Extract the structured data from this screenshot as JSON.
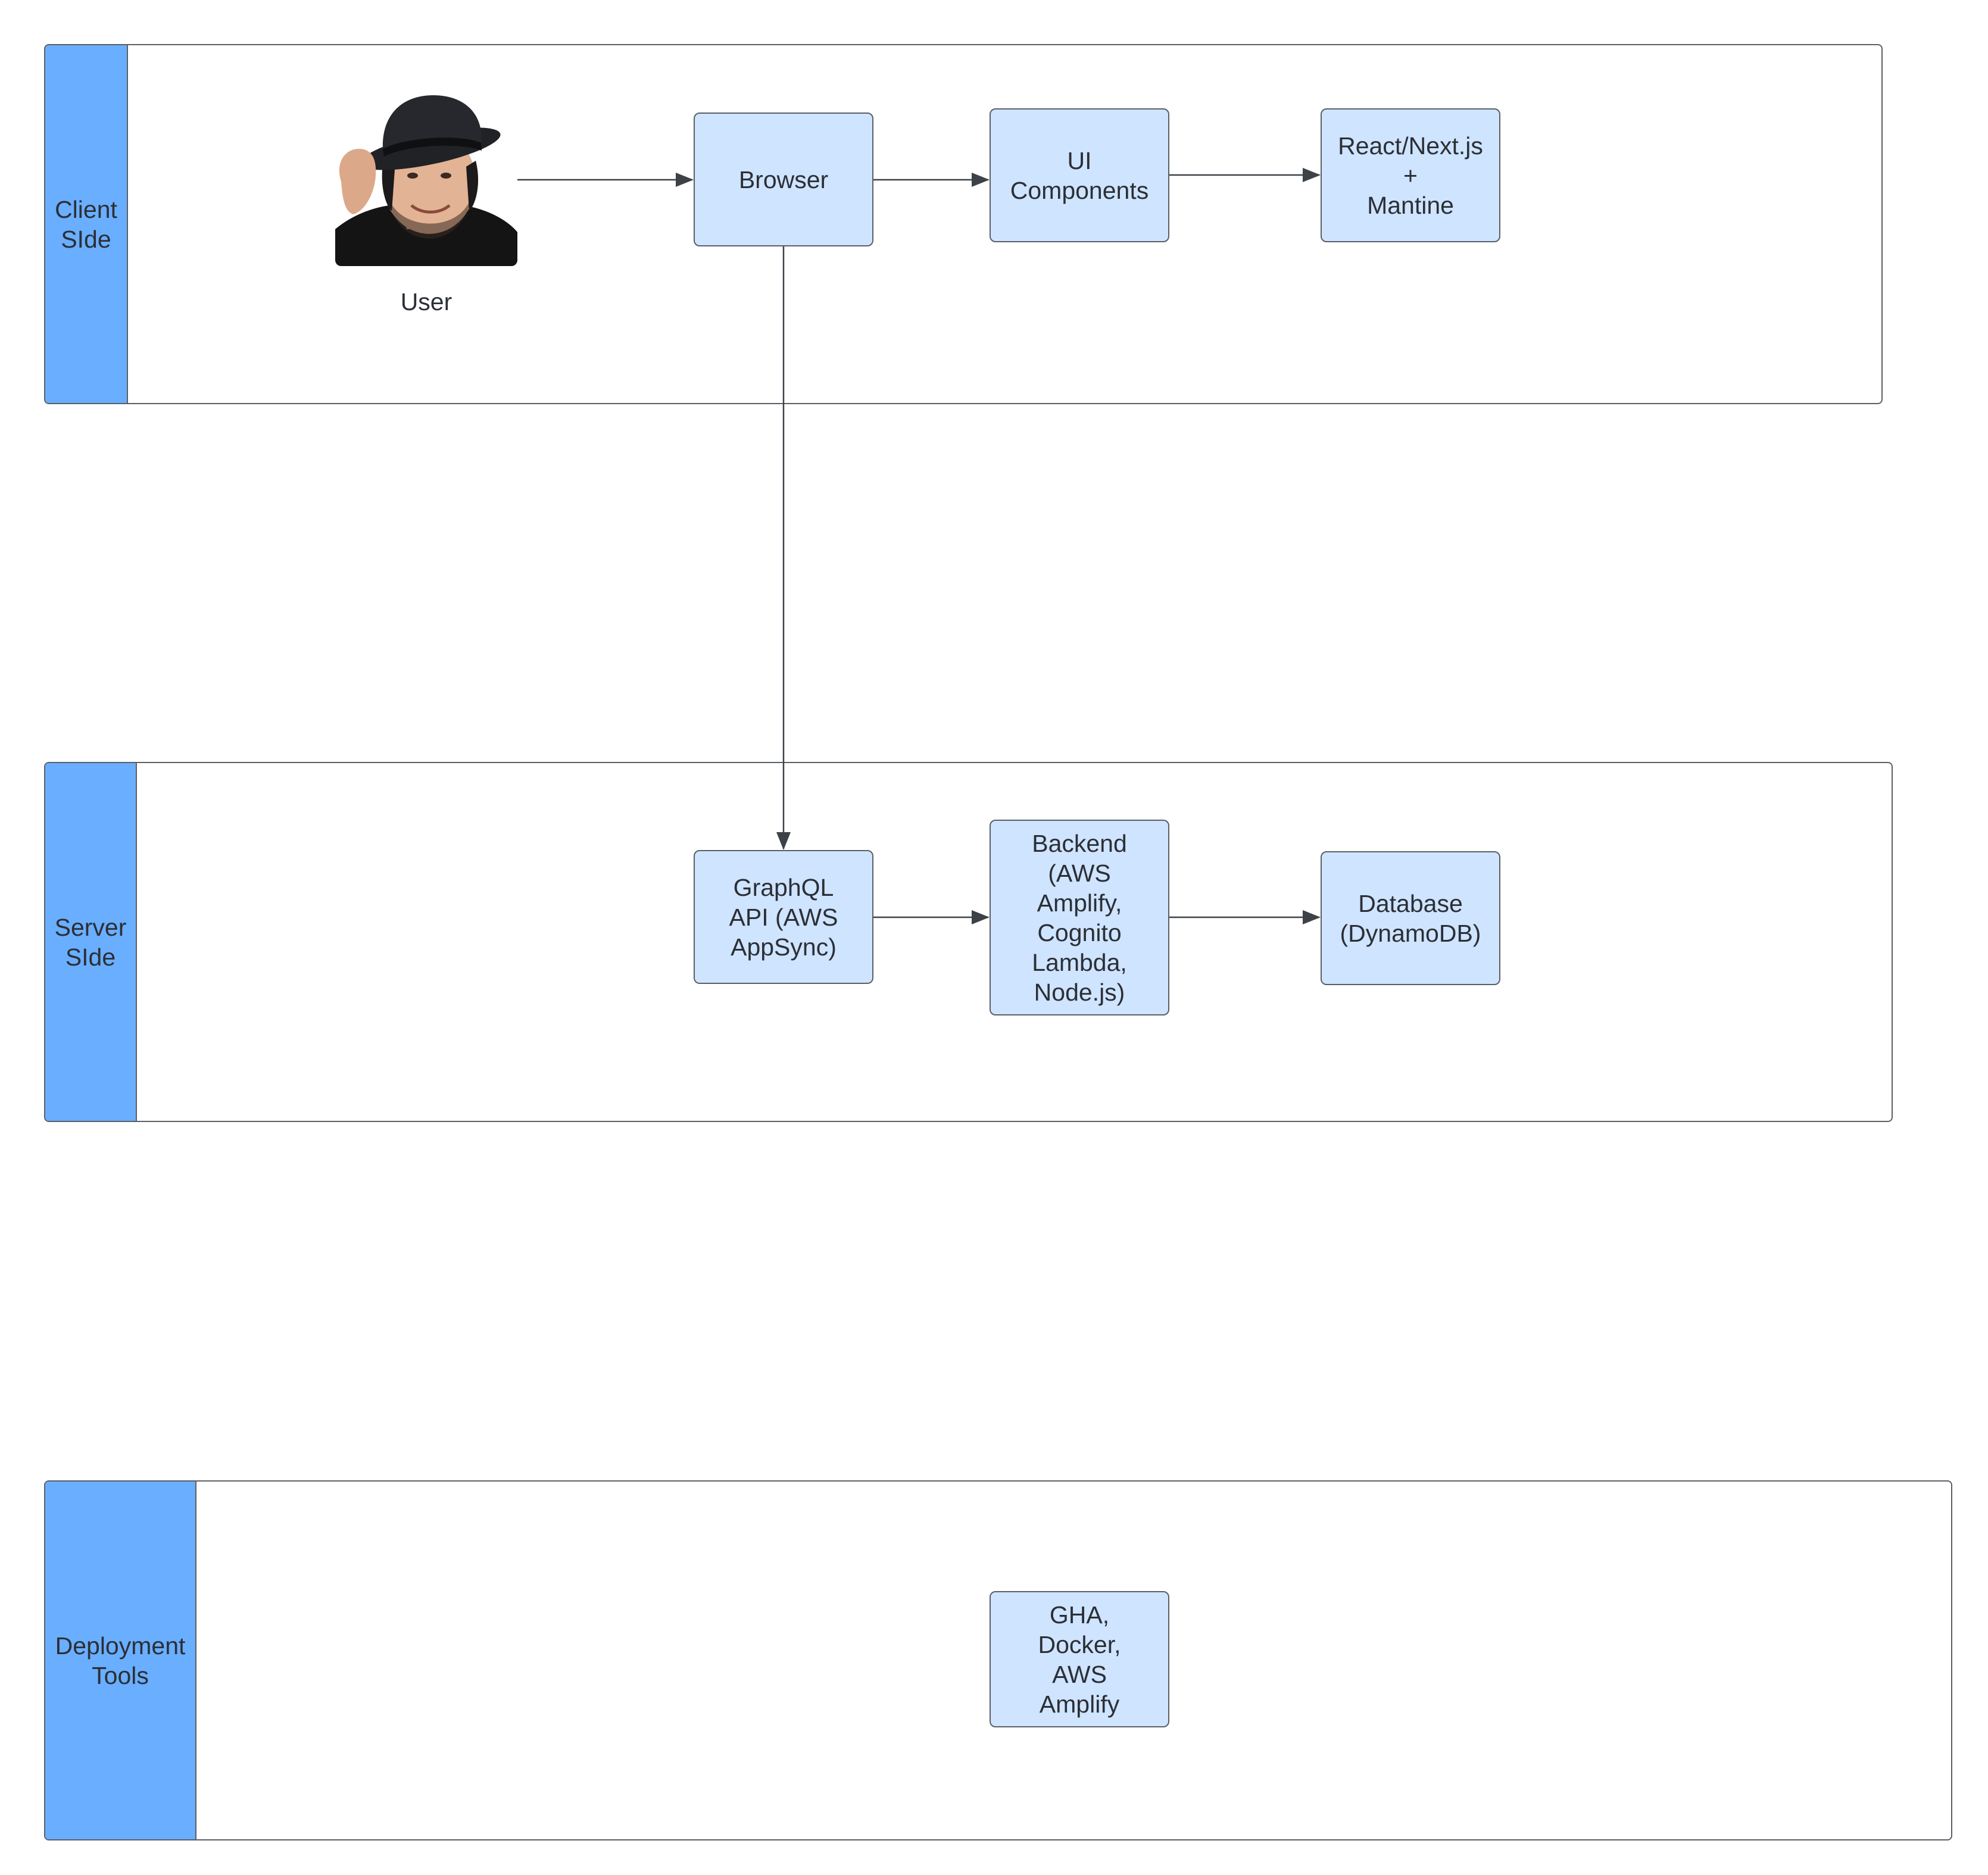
{
  "lanes": {
    "client": {
      "title": "Client\nSIde"
    },
    "server": {
      "title": "Server\nSIde"
    },
    "deployment": {
      "title": "Deployment\nTools"
    }
  },
  "user": {
    "label": "User",
    "avatar_icon": "user-photo-icon"
  },
  "nodes": {
    "browser": "Browser",
    "ui_components": "UI\nComponents",
    "react_next": "React/Next.js\n+\nMantine",
    "graphql_api": "GraphQL\nAPI (AWS\nAppSync)",
    "backend": "Backend\n(AWS\nAmplify,\nCognito\nLambda,\nNode.js)",
    "database": "Database\n(DynamoDB)",
    "deploy_tools": "GHA,\nDocker,\nAWS\nAmplify"
  },
  "colors": {
    "lane_header": "#6aaeff",
    "node_fill": "#cfe4ff",
    "stroke": "#5a5f66",
    "arrow": "#3d4249"
  }
}
